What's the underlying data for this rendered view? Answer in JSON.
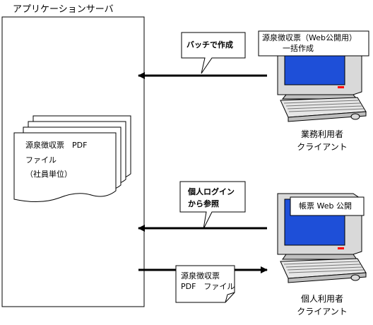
{
  "app_server": {
    "title": "アプリケーションサーバ",
    "doc_stack": {
      "line1": "源泉徴収票　PDF",
      "line2": "ファイル",
      "line3": "（社員単位）"
    }
  },
  "callouts": {
    "batch": "バッチで作成",
    "personal_login_line1": "個人ログイン",
    "personal_login_line2": "から参照"
  },
  "business_client": {
    "screen_line1": "源泉徴収票（Web公開用）",
    "screen_line2": "一括作成",
    "label_line1": "業務利用者",
    "label_line2": "クライアント"
  },
  "personal_client": {
    "screen_line1": "帳票 Web 公開",
    "label_line1": "個人利用者",
    "label_line2": "クライアント"
  },
  "pdf_note": {
    "line1": "源泉徴収票",
    "line2": "PDF　ファイル"
  }
}
